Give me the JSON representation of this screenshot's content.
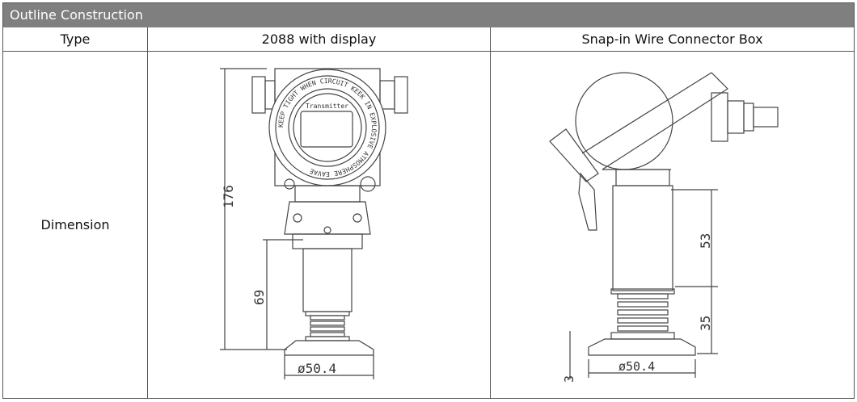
{
  "title": "Outline Construction",
  "header": {
    "type_label": "Type",
    "col1": "2088 with display",
    "col2": "Snap-in Wire Connector Box"
  },
  "row": {
    "label": "Dimension"
  },
  "drawing1": {
    "dim_total": "176",
    "dim_lower": "69",
    "dim_flange": "ø50.4",
    "display_label": "Transmitter",
    "ring_text": "KEEP TIGHT WHEN CIRCUIT KEEK IN EXPLOSIVE ATMOSPHERE EAVAE"
  },
  "drawing2": {
    "dim_upper": "53",
    "dim_lower": "35",
    "dim_flange": "ø50.4",
    "dim_clamp": "3"
  }
}
